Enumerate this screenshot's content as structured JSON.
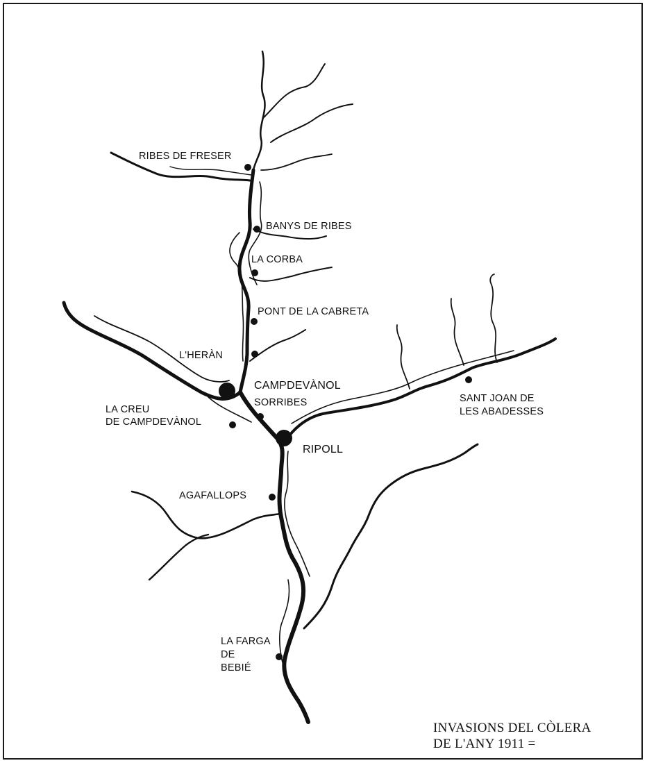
{
  "legend": {
    "line1": "INVASIONS DEL CÒLERA",
    "line2": "DE L'ANY 1911 ="
  },
  "places": {
    "ribes_de_freser": "RIBES DE FRESER",
    "banys_de_ribes": "BANYS DE RIBES",
    "la_corba": "LA CORBA",
    "pont_de_la_cabreta": "PONT DE LA CABRETA",
    "l_heran": "L'HERÀN",
    "campdevanol": "CAMPDEVÀNOL",
    "sorribes": "SORRIBES",
    "la_creu_line1": "LA CREU",
    "la_creu_line2": "DE CAMPDEVÀNOL",
    "ripoll": "RIPOLL",
    "sant_joan_line1": "SANT JOAN DE",
    "sant_joan_line2": "LES ABADESSES",
    "agafallops": "AGAFALLOPS",
    "la_farga_line1": "LA FARGA",
    "la_farga_line2": "DE",
    "la_farga_line3": "BEBIÉ"
  },
  "colors": {
    "ink": "#111111",
    "paper": "#ffffff"
  }
}
